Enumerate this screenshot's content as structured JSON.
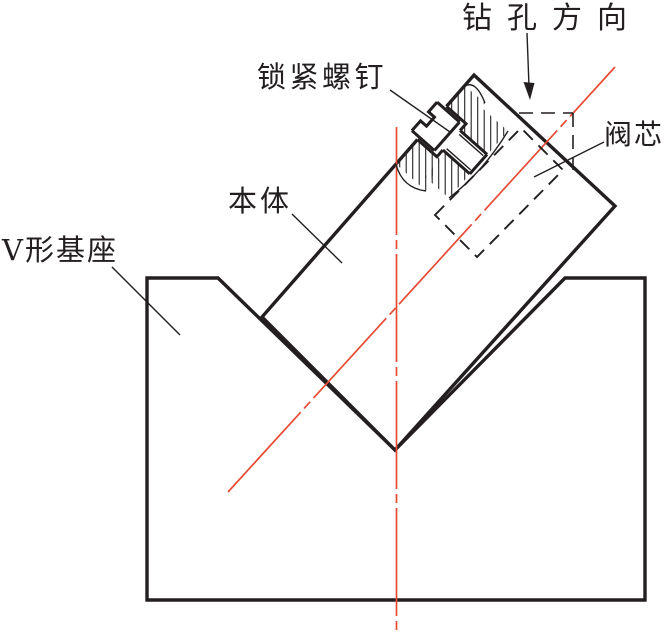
{
  "diagram": {
    "type": "engineering-drawing",
    "subject": "V-block drilling fixture with valve body"
  },
  "labels": {
    "drill_direction": "钻孔方向",
    "locking_screw": "锁紧螺钉",
    "valve_core": "阀芯",
    "body": "本体",
    "v_base": "V形基座"
  },
  "colors": {
    "ink": "#231f20",
    "centerline_red": "#e64a33",
    "background": "#ffffff"
  }
}
